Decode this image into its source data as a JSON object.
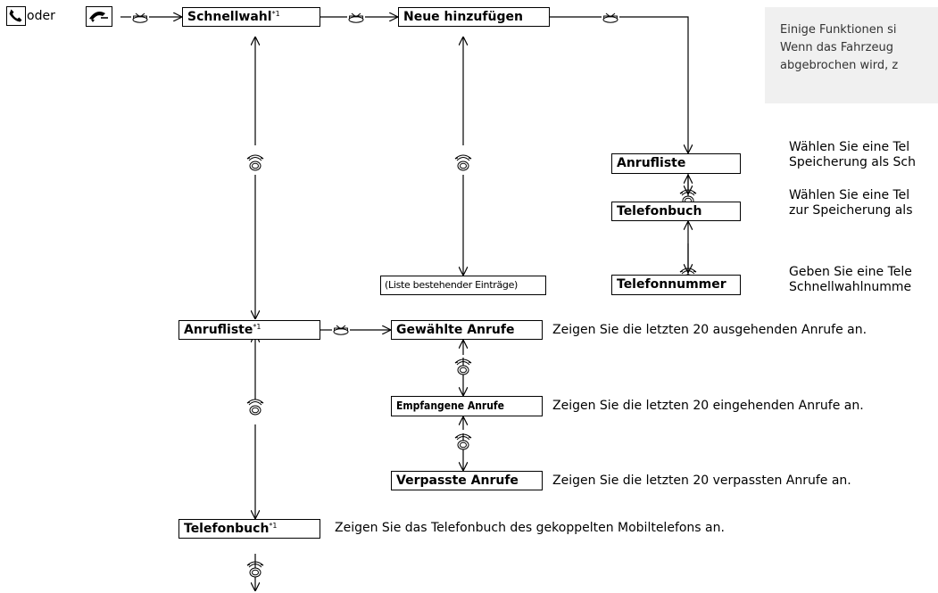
{
  "note": {
    "lines": [
      "Einige Funktionen si",
      "Wenn das Fahrzeug",
      "abgebrochen wird, z"
    ]
  },
  "start": {
    "connector": "oder",
    "icons": [
      "phone-handset-icon",
      "talk-phone-icon"
    ]
  },
  "nodes": {
    "schnellwahl": {
      "label": "Schnellwahl",
      "sup": "*1"
    },
    "neue_hinzufuegen": {
      "label": "Neue hinzufügen"
    },
    "liste_eintraege": {
      "label": "(Liste bestehender Einträge)"
    },
    "anrufliste_sub": {
      "label": "Anrufliste"
    },
    "telefonbuch_sub": {
      "label": "Telefonbuch"
    },
    "telefonnummer": {
      "label": "Telefonnummer"
    },
    "anrufliste": {
      "label": "Anrufliste",
      "sup": "*1"
    },
    "gewaehlte": {
      "label": "Gewählte Anrufe"
    },
    "empfangene": {
      "label": "Empfangene Anrufe"
    },
    "verpasste": {
      "label": "Verpasste Anrufe"
    },
    "telefonbuch": {
      "label": "Telefonbuch",
      "sup": "*1"
    }
  },
  "descriptions": {
    "anrufliste_sub": [
      "Wählen Sie eine Tel",
      "Speicherung als Sch"
    ],
    "telefonbuch_sub": [
      "Wählen Sie eine Tel",
      "zur Speicherung als"
    ],
    "telefonnummer": [
      "Geben Sie eine Tele",
      "Schnellwahlnumme"
    ],
    "gewaehlte": "Zeigen Sie die letzten 20 ausgehenden Anrufe an.",
    "empfangene": "Zeigen Sie die letzten 20 eingehenden Anrufe an.",
    "verpasste": "Zeigen Sie die letzten 20 verpassten Anrufe an.",
    "telefonbuch": "Zeigen Sie das Telefonbuch des gekoppelten Mobiltelefons an."
  },
  "controls": {
    "press": "interface-dial-press-icon",
    "rotate": "interface-dial-rotate-icon"
  }
}
